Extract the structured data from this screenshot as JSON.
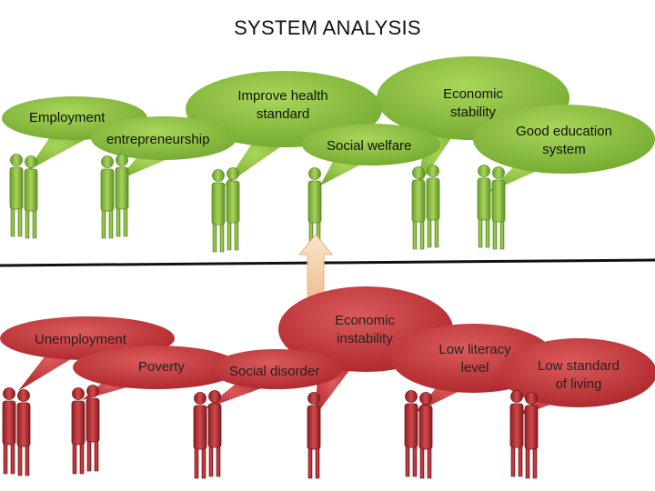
{
  "title": "SYSTEM ANALYSIS",
  "colors": {
    "positive_bubble": "#8fc241",
    "negative_bubble": "#c7373b",
    "divider": "#111111",
    "arrow": "#f4c8a0"
  },
  "positive": {
    "employment": "Employment",
    "entrepreneurship": "entrepreneurship",
    "health": [
      "Improve health",
      "standard"
    ],
    "welfare": "Social welfare",
    "economic_stability": [
      "Economic",
      "stability"
    ],
    "education": [
      "Good education",
      "system"
    ]
  },
  "negative": {
    "unemployment": "Unemployment",
    "poverty": "Poverty",
    "disorder": "Social disorder",
    "instability": [
      "Economic",
      "instability"
    ],
    "literacy": [
      "Low literacy",
      "level"
    ],
    "living": [
      "Low standard",
      "of living"
    ]
  },
  "icons": [
    "green-person-icon",
    "red-person-icon",
    "up-arrow-icon"
  ]
}
